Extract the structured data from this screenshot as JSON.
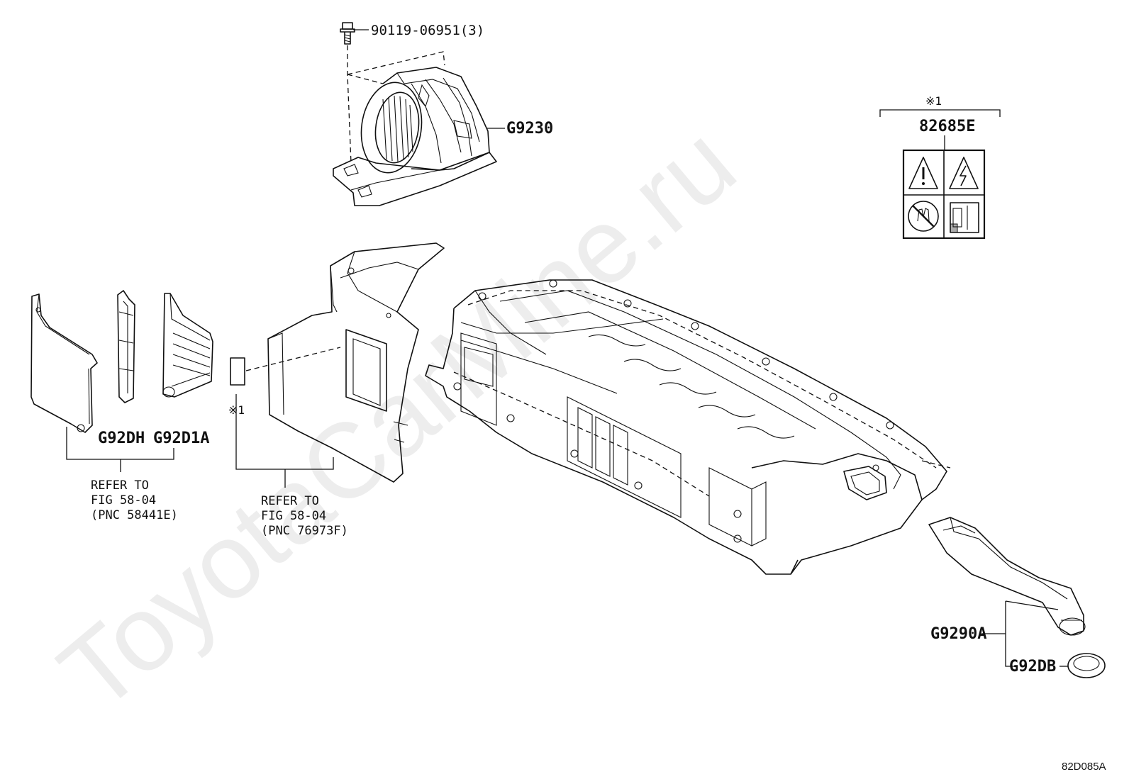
{
  "watermark": "ToyotaCarMine.ru",
  "figure_code": "82D085A",
  "labels": {
    "bolt": "90119-06951(3)",
    "blower": "G9230",
    "note_mark_label": "※1",
    "label_plate": "82685E",
    "cover": "G92DH",
    "duct_left": "G92D1A",
    "note_mark_left": "※1",
    "duct_right": "G9290A",
    "seal": "G92DB"
  },
  "refer_left": {
    "line1": "REFER TO",
    "line2": "FIG 58-04",
    "line3": "(PNC 58441E)"
  },
  "refer_mid": {
    "line1": "REFER TO",
    "line2": "FIG 58-04",
    "line3": "(PNC 76973F)"
  },
  "icons": [
    "warning-icon",
    "high-voltage-icon",
    "no-touch-icon",
    "battery-icon"
  ]
}
